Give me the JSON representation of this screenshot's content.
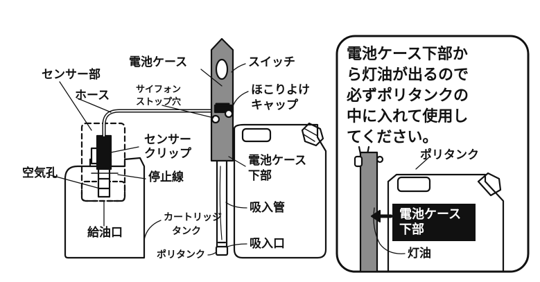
{
  "left_diagram": {
    "labels": {
      "sensor_part": "センサー部",
      "hose": "ホース",
      "air_hole": "空気孔",
      "sensor_clip_line1": "センサー",
      "sensor_clip_line2": "クリップ",
      "stop_line": "停止線",
      "fuel_port": "給油口",
      "cartridge_tank_line1": "カートリッジ",
      "cartridge_tank_line2": "タンク",
      "battery_case": "電池ケース",
      "switch": "スイッチ",
      "siphon_stopper_line1": "サイフォン",
      "siphon_stopper_line2": "ストップ穴",
      "dust_cap_line1": "ほこりよけ",
      "dust_cap_line2": "キャップ",
      "battery_case_bottom_line1": "電池ケース",
      "battery_case_bottom_line2": "下部",
      "suction_pipe": "吸入管",
      "suction_port": "吸入口",
      "poly_tank": "ポリタンク"
    }
  },
  "right_panel": {
    "note_lines": [
      "電池ケース下部か",
      "ら灯油が出るので",
      "必ずポリタンクの",
      "中に入れて使用し",
      "てください。"
    ],
    "poly_tank": "ポリタンク",
    "battery_case_bottom_line1": "電池ケース",
    "battery_case_bottom_line2": "下部",
    "kerosene": "灯油"
  },
  "colors": {
    "ink": "#111111",
    "case_gray": "#8c8c8c",
    "background": "#ffffff"
  }
}
